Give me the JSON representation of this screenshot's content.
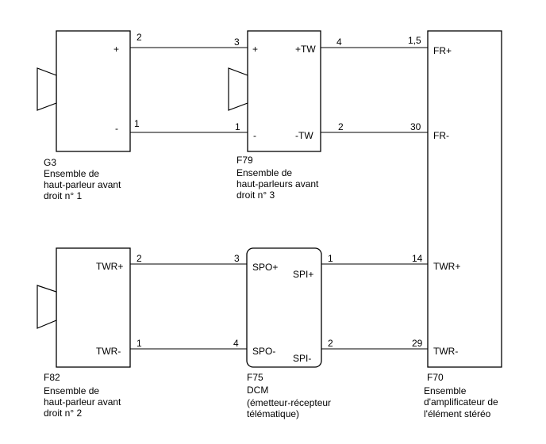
{
  "components": {
    "g3": {
      "code": "G3",
      "name_lines": [
        "Ensemble de",
        "haut-parleur avant",
        "droit n° 1"
      ],
      "terminals": [
        "+",
        "-"
      ]
    },
    "f79": {
      "code": "F79",
      "name_lines": [
        "Ensemble de",
        "haut-parleurs avant",
        "droit n° 3"
      ],
      "terminals": [
        "+",
        "-",
        "+TW",
        "-TW"
      ]
    },
    "f82": {
      "code": "F82",
      "name_lines": [
        "Ensemble de",
        "haut-parleur avant",
        "droit n° 2"
      ],
      "terminals": [
        "TWR+",
        "TWR-"
      ]
    },
    "f75": {
      "code": "F75",
      "name_lines": [
        "DCM",
        "(émetteur-récepteur",
        "télématique)"
      ],
      "terminals": [
        "SPO+",
        "SPO-",
        "SPI+",
        "SPI-"
      ]
    },
    "f70": {
      "code": "F70",
      "name_lines": [
        "Ensemble",
        "d'amplificateur de",
        "l'élément stéréo"
      ],
      "terminals": [
        "FR+",
        "FR-",
        "TWR+",
        "TWR-"
      ]
    }
  },
  "pins": {
    "g3_plus": "2",
    "g3_minus": "1",
    "f79_plus": "3",
    "f79_minus": "1",
    "f79_tw_plus": "4",
    "f79_tw_minus": "2",
    "f70_fr_plus": "1,5",
    "f70_fr_minus": "30",
    "f82_twr_plus": "2",
    "f82_twr_minus": "1",
    "f75_spo_plus": "3",
    "f75_spo_minus": "4",
    "f75_spi_plus": "1",
    "f75_spi_minus": "2",
    "f70_twr_plus": "14",
    "f70_twr_minus": "29"
  }
}
